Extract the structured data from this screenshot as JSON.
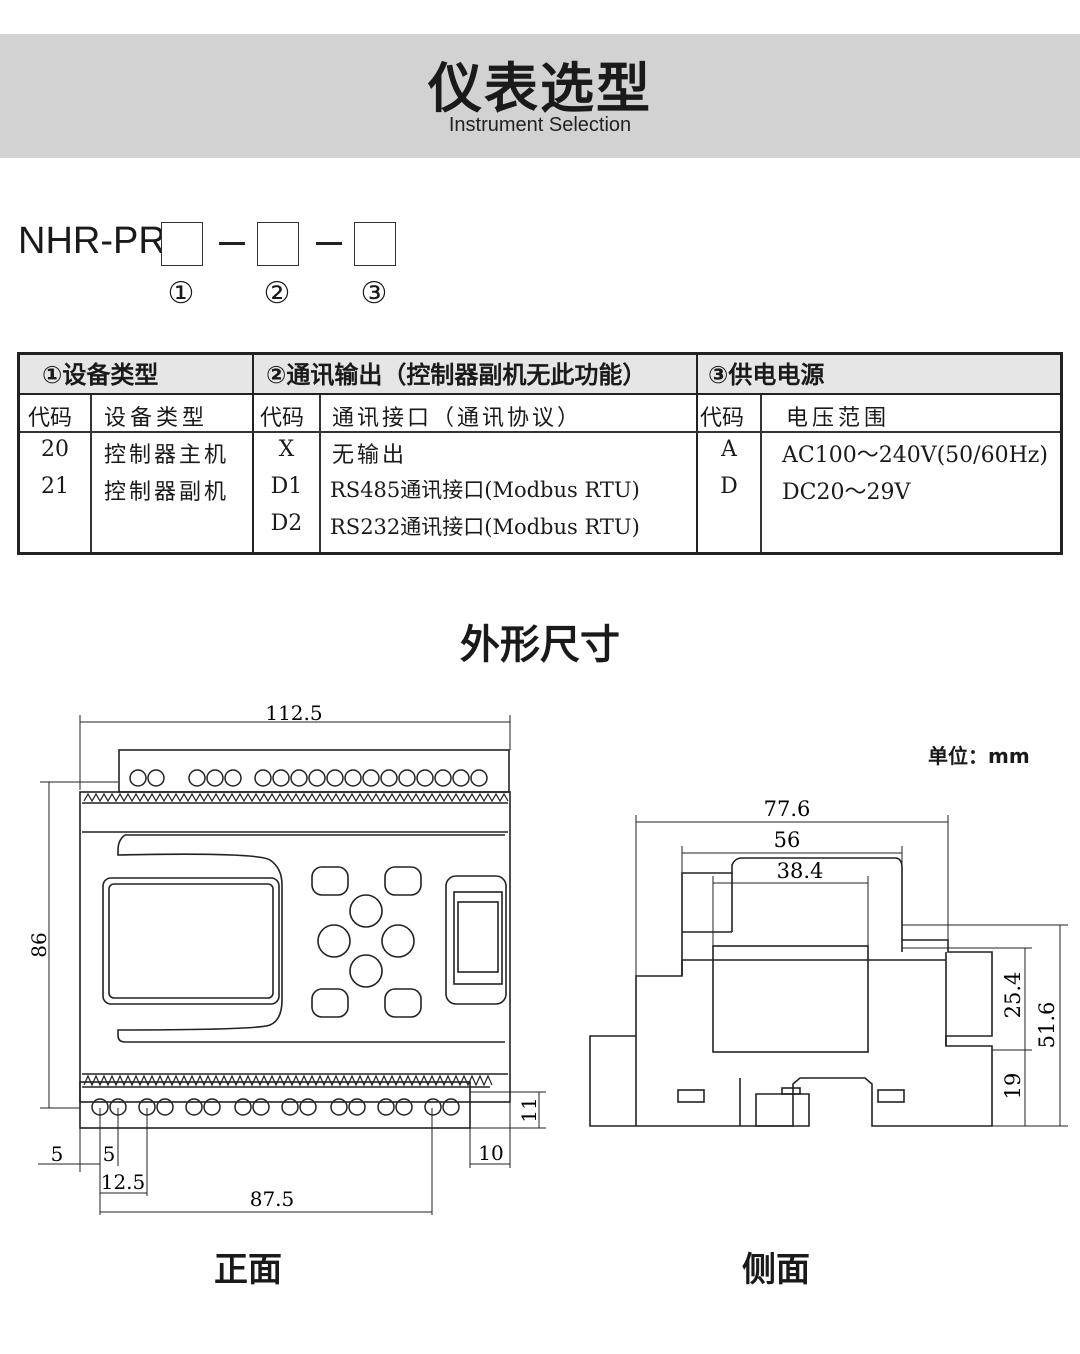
{
  "header": {
    "title": "仪表选型",
    "subtitle": "Instrument Selection"
  },
  "model_code": {
    "prefix": "NHR-PR",
    "slot_numbers": [
      "①",
      "②",
      "③"
    ]
  },
  "selection_table": {
    "groups": [
      {
        "title": "①设备类型",
        "code_header": "代码",
        "desc_header": "设备类型",
        "rows": [
          {
            "code": "20",
            "desc": "控制器主机"
          },
          {
            "code": "21",
            "desc": "控制器副机"
          }
        ]
      },
      {
        "title": "②通讯输出（控制器副机无此功能）",
        "code_header": "代码",
        "desc_header": "通讯接口（通讯协议）",
        "rows": [
          {
            "code": "X",
            "desc": "无输出"
          },
          {
            "code": "D1",
            "desc": "RS485通讯接口(Modbus RTU)"
          },
          {
            "code": "D2",
            "desc": "RS232通讯接口(Modbus RTU)"
          }
        ]
      },
      {
        "title": "③供电电源",
        "code_header": "代码",
        "desc_header": "电压范围",
        "rows": [
          {
            "code": "A",
            "desc": "AC100～240V(50/60Hz)"
          },
          {
            "code": "D",
            "desc": "DC20～29V"
          }
        ]
      }
    ]
  },
  "dimensions": {
    "title": "外形尺寸",
    "unit_label": "单位：mm",
    "front": {
      "caption": "正面",
      "width": "112.5",
      "height": "86",
      "pitch_a": "5",
      "pitch_b": "5",
      "pitch_c": "12.5",
      "span": "87.5",
      "foot_w": "10",
      "foot_h": "11"
    },
    "side": {
      "caption": "侧面",
      "w1": "77.6",
      "w2": "56",
      "w3": "38.4",
      "h1": "25.4",
      "h2": "51.6",
      "h3": "19"
    }
  }
}
